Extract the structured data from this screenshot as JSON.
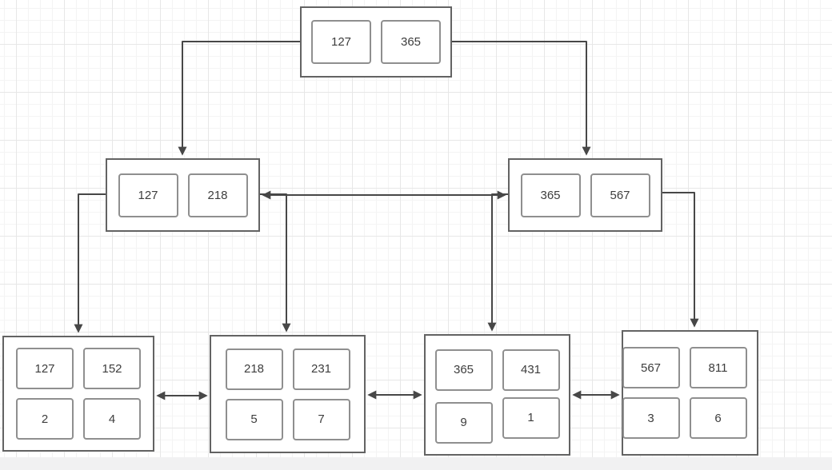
{
  "colors": {
    "node_border": "#636363",
    "cell_border": "#8f8f8f",
    "wire": "#474747",
    "text": "#3d3d3d",
    "canvas_bg": "#ffffff",
    "grid_minor": "#f4f4f4",
    "grid_major": "#e7e7e7",
    "edge_strip": "#f1f1f2"
  },
  "tree": {
    "root": {
      "keys": [
        "127",
        "365"
      ]
    },
    "internal": [
      {
        "keys": [
          "127",
          "218"
        ]
      },
      {
        "keys": [
          "365",
          "567"
        ]
      }
    ],
    "leaves": [
      {
        "keys": [
          "127",
          "152"
        ],
        "values": [
          "2",
          "4"
        ]
      },
      {
        "keys": [
          "218",
          "231"
        ],
        "values": [
          "5",
          "7"
        ]
      },
      {
        "keys": [
          "365",
          "431"
        ],
        "values": [
          "9",
          "1"
        ]
      },
      {
        "keys": [
          "567",
          "811"
        ],
        "values": [
          "3",
          "6"
        ]
      }
    ]
  }
}
